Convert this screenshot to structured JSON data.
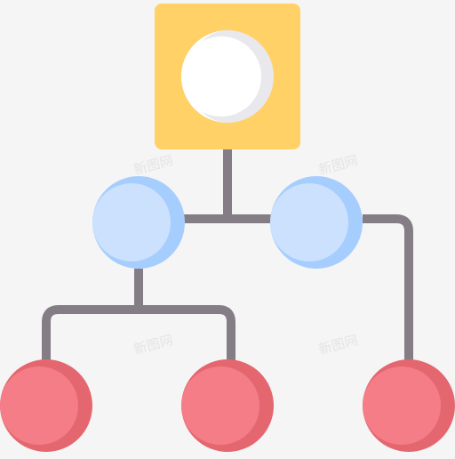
{
  "colors": {
    "background": "#f5f5f5",
    "connector": "#857d86",
    "root_square": "#ffd167",
    "root_circle_light": "#ffffff",
    "root_circle_shade": "#e9e8ec",
    "mid_node_light": "#cbe1fd",
    "mid_node_shade": "#a5cdfe",
    "leaf_node_light": "#f47d88",
    "leaf_node_shade": "#e4676f"
  },
  "nodes": {
    "root": {
      "icon": "square-with-circle-icon"
    },
    "level_1": [
      {
        "icon": "circle-node-icon",
        "branch": "left"
      },
      {
        "icon": "circle-node-icon",
        "branch": "right"
      }
    ],
    "level_2": [
      {
        "icon": "circle-node-icon",
        "parent": "left"
      },
      {
        "icon": "circle-node-icon",
        "parent": "left"
      },
      {
        "icon": "circle-node-icon",
        "parent": "right"
      }
    ]
  },
  "watermark": {
    "text": "新图网"
  }
}
